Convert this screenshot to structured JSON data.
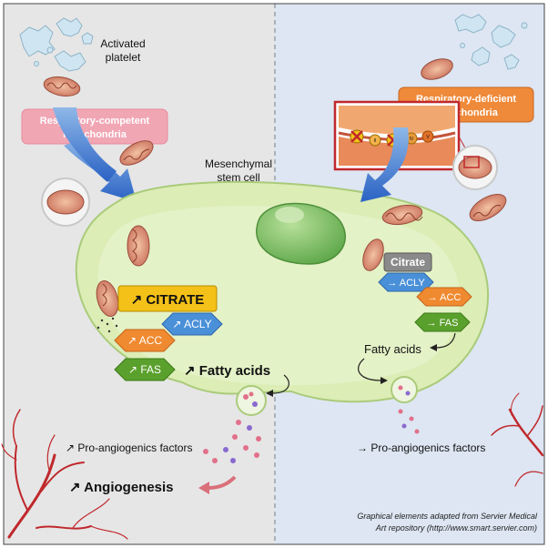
{
  "left_panel": {
    "platelet_label_line1": "Activated",
    "platelet_label_line2": "platelet",
    "mito_label_line1": "Respiratory-competent",
    "mito_label_line2": "mitochondria"
  },
  "cell": {
    "label_line1": "Mesenchymal",
    "label_line2": "stem cell"
  },
  "left_pathway": {
    "citrate": "↗ CITRATE",
    "acly": "↗ ACLY",
    "acc": "↗ ACC",
    "fas": "↗ FAS",
    "fatty_acids": "↗ Fatty acids",
    "pro_angiogenic": "↗ Pro-angiogenics factors",
    "angiogenesis": "↗ Angiogenesis"
  },
  "right_panel": {
    "mito_label_line1": "Respiratory-deficient",
    "mito_label_line2": "mitochondria",
    "complexes": [
      "I",
      "II",
      "III",
      "IV",
      "V"
    ]
  },
  "right_pathway": {
    "citrate": "Citrate",
    "acly": "→ ACLY",
    "acc": "→ ACC",
    "fas": "→ FAS",
    "fatty_acids": "Fatty acids",
    "pro_angiogenic": "→ Pro-angiogenics factors"
  },
  "credit": {
    "line1": "Graphical elements adapted from Servier Medical",
    "line2": "Art repository (http://www.smart.servier.com)"
  },
  "colors": {
    "left_bg": "#e6e6e6",
    "right_bg": "#dde6f2",
    "cell_fill": "#dcedb6",
    "citrate": "#f4c119",
    "acly": "#4a90d9",
    "acc": "#f08a30",
    "fas": "#5aa02c",
    "citrate_right": "#8a8a8a",
    "pink_box": "#f1a6b4",
    "orange_box": "#ef8a3a",
    "vessel": "#c0282c"
  }
}
